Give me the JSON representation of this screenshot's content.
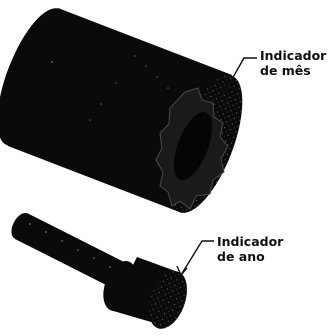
{
  "labels": {
    "month_indicator": {
      "line1": "Indicador",
      "line2": "de mês"
    },
    "year_indicator": {
      "line1": "Indicador",
      "line2": "de ano"
    }
  },
  "colors": {
    "part_fill": "#0a0a0a",
    "part_highlight": "#3a3a3a",
    "leader_line": "#111111",
    "background": "#ffffff"
  }
}
